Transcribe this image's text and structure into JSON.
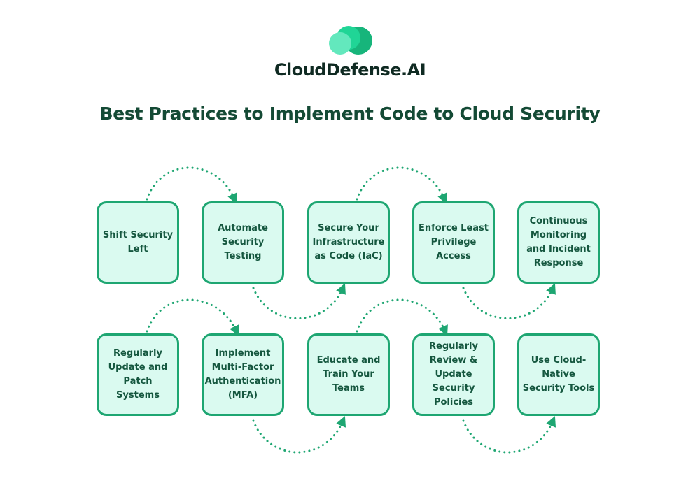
{
  "brand": {
    "name": "CloudDefense.AI",
    "logo": "cloud-logo-icon"
  },
  "title": "Best Practices to Implement Code to Cloud Security",
  "colors": {
    "accent": "#1ea672",
    "box_fill": "#dafaf0",
    "text": "#15573f"
  },
  "steps": [
    "Shift Security Left",
    "Automate Security Testing",
    "Secure Your Infrastructure as Code (IaC)",
    "Enforce Least Privilege Access",
    "Continuous Monitoring and Incident Response",
    "Regularly Update and Patch Systems",
    "Implement Multi-Factor Authentication (MFA)",
    "Educate and Train Your Teams",
    "Regularly Review & Update Security Policies",
    "Use Cloud-Native Security Tools"
  ]
}
